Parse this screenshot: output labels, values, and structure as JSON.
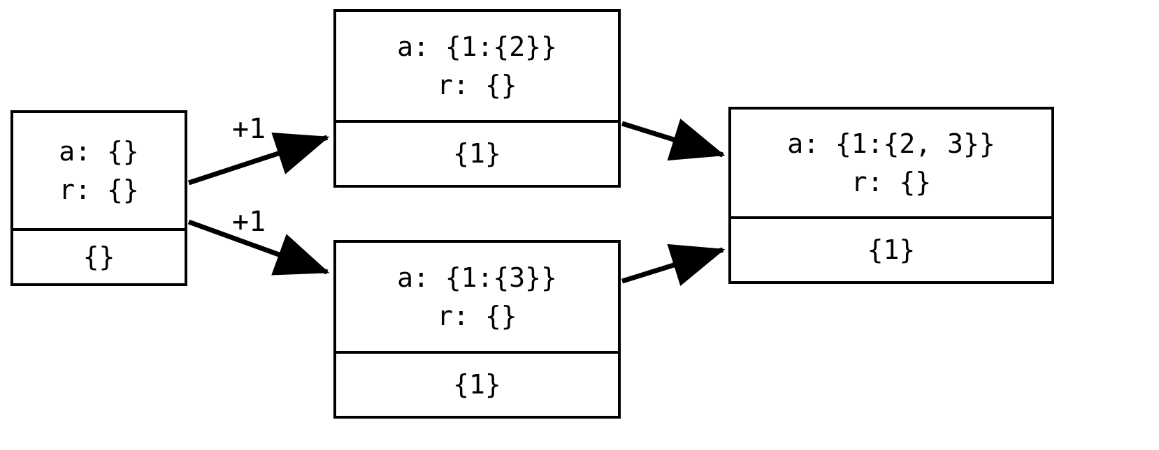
{
  "diagram": {
    "type": "state-transition-graph",
    "stroke_color": "#000000",
    "background_color": "#ffffff",
    "nodes": [
      {
        "id": "start",
        "state_lines": [
          "a: {}",
          "r: {}"
        ],
        "result": "{}"
      },
      {
        "id": "branch-a",
        "state_lines": [
          "a: {1:{2}}",
          "r: {}"
        ],
        "result": "{1}"
      },
      {
        "id": "branch-b",
        "state_lines": [
          "a: {1:{3}}",
          "r: {}"
        ],
        "result": "{1}"
      },
      {
        "id": "merged",
        "state_lines": [
          "a: {1:{2, 3}}",
          "r: {}"
        ],
        "result": "{1}"
      }
    ],
    "edges": [
      {
        "from": "start",
        "to": "branch-a",
        "label": "+1"
      },
      {
        "from": "start",
        "to": "branch-b",
        "label": "+1"
      },
      {
        "from": "branch-a",
        "to": "merged",
        "label": ""
      },
      {
        "from": "branch-b",
        "to": "merged",
        "label": ""
      }
    ]
  }
}
